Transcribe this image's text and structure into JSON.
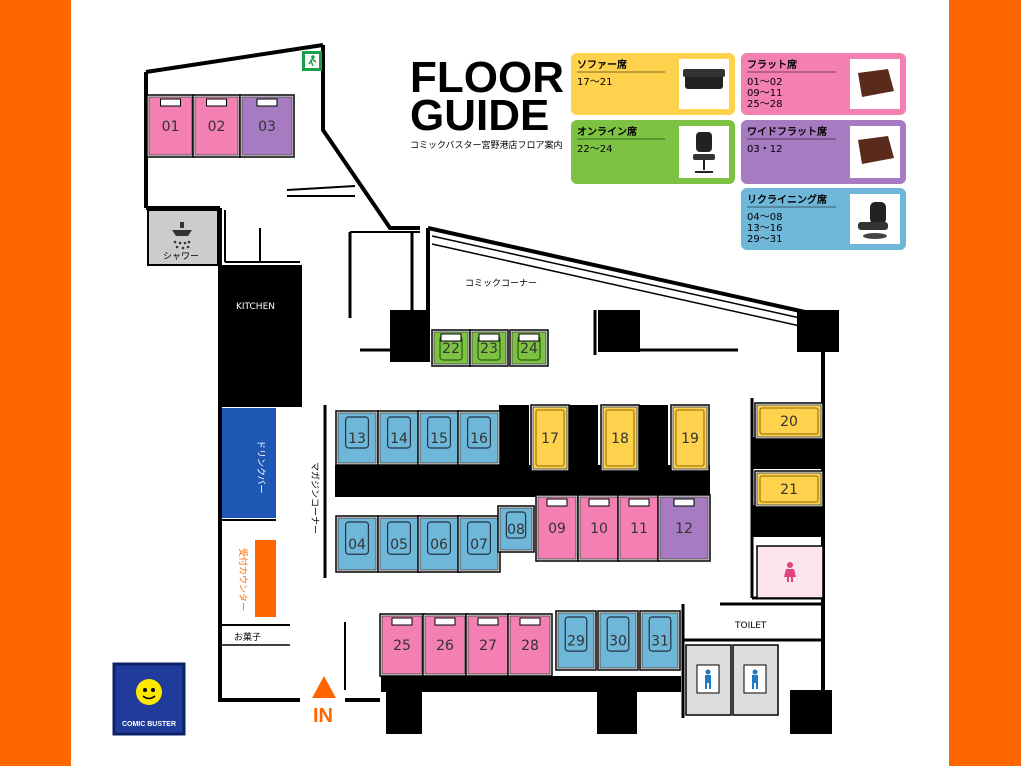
{
  "header": {
    "title_line1": "FLOOR",
    "title_line2": "GUIDE",
    "subtitle": "コミックバスター宮野港店フロア案内"
  },
  "legend": [
    {
      "key": "sofa",
      "label": "ソファー席",
      "ranges": [
        "17〜21"
      ],
      "color": "#ffd24d",
      "icon": "sofa-icon"
    },
    {
      "key": "flat",
      "label": "フラット席",
      "ranges": [
        "01〜02",
        "09〜11",
        "25〜28"
      ],
      "color": "#f47fb3",
      "icon": "flat-mat-icon"
    },
    {
      "key": "online",
      "label": "オンライン席",
      "ranges": [
        "22〜24"
      ],
      "color": "#7dc242",
      "icon": "office-chair-icon"
    },
    {
      "key": "wideflat",
      "label": "ワイドフラット席",
      "ranges": [
        "03・12"
      ],
      "color": "#a77bc1",
      "icon": "flat-mat-icon"
    },
    {
      "key": "recliner",
      "label": "リクライニング席",
      "ranges": [
        "04〜08",
        "13〜16",
        "29〜31"
      ],
      "color": "#6fb7d8",
      "icon": "recliner-icon"
    }
  ],
  "areas": {
    "comic_corner": "コミックコーナー",
    "magazine_corner": "マガジンコーナー",
    "kitchen": "KITCHEN",
    "shower": "シャワー",
    "drink_bar": "ドリンクバー",
    "reception": "受付カウンター",
    "snacks": "お菓子",
    "toilet": "TOILET",
    "entrance": "IN"
  },
  "icons": {
    "exit": "emergency-exit-icon",
    "shower": "shower-icon",
    "toilet_female": "female-toilet-icon",
    "toilet_male": "male-toilet-icon",
    "logo": "comic-buster-logo"
  },
  "logo_text": "COMIC BUSTER",
  "seats": [
    {
      "n": "01",
      "type": "flat"
    },
    {
      "n": "02",
      "type": "flat"
    },
    {
      "n": "03",
      "type": "wideflat"
    },
    {
      "n": "04",
      "type": "recliner"
    },
    {
      "n": "05",
      "type": "recliner"
    },
    {
      "n": "06",
      "type": "recliner"
    },
    {
      "n": "07",
      "type": "recliner"
    },
    {
      "n": "08",
      "type": "recliner"
    },
    {
      "n": "09",
      "type": "flat"
    },
    {
      "n": "10",
      "type": "flat"
    },
    {
      "n": "11",
      "type": "flat"
    },
    {
      "n": "12",
      "type": "wideflat"
    },
    {
      "n": "13",
      "type": "recliner"
    },
    {
      "n": "14",
      "type": "recliner"
    },
    {
      "n": "15",
      "type": "recliner"
    },
    {
      "n": "16",
      "type": "recliner"
    },
    {
      "n": "17",
      "type": "sofa"
    },
    {
      "n": "18",
      "type": "sofa"
    },
    {
      "n": "19",
      "type": "sofa"
    },
    {
      "n": "20",
      "type": "sofa"
    },
    {
      "n": "21",
      "type": "sofa"
    },
    {
      "n": "22",
      "type": "online"
    },
    {
      "n": "23",
      "type": "online"
    },
    {
      "n": "24",
      "type": "online"
    },
    {
      "n": "25",
      "type": "flat"
    },
    {
      "n": "26",
      "type": "flat"
    },
    {
      "n": "27",
      "type": "flat"
    },
    {
      "n": "28",
      "type": "flat"
    },
    {
      "n": "29",
      "type": "recliner"
    },
    {
      "n": "30",
      "type": "recliner"
    },
    {
      "n": "31",
      "type": "recliner"
    }
  ]
}
